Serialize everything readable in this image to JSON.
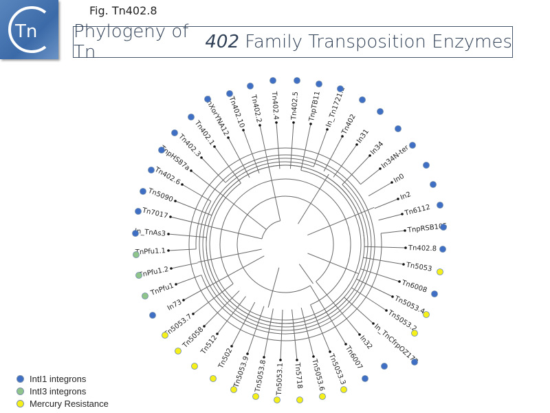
{
  "figure_label": "Fig. Tn402.8",
  "title": {
    "prefix": "Phylogeny of Tn",
    "italic": "402",
    "suffix": " Family Transposition Enzymes"
  },
  "logo_text": "Tn",
  "colors": {
    "intI1": "#3f6fc4",
    "intI3": "#8fc48a",
    "mercury": "#f5ef1a",
    "branch": "#666666"
  },
  "legend": [
    {
      "label": "IntI1 integrons",
      "category": "intI1"
    },
    {
      "label": "IntI3 integrons",
      "category": "intI3"
    },
    {
      "label": "Mercury Resistance",
      "category": "mercury"
    }
  ],
  "leaves": [
    {
      "name": "Tn5090",
      "category": "intI1"
    },
    {
      "name": "Tn7017",
      "category": "intI1"
    },
    {
      "name": "In_TnAs3",
      "category": "intI1"
    },
    {
      "name": "TnPfu1.1",
      "category": "intI3"
    },
    {
      "name": "TnPfu1.2",
      "category": "intI3"
    },
    {
      "name": "TnPfu1",
      "category": "intI3"
    },
    {
      "name": "In73",
      "category": "intI1"
    },
    {
      "name": "Tn5053.7",
      "category": "mercury"
    },
    {
      "name": "Tn5058",
      "category": "mercury"
    },
    {
      "name": "Tn512",
      "category": "mercury"
    },
    {
      "name": "Tn502",
      "category": "mercury"
    },
    {
      "name": "Tn5053.9",
      "category": "mercury"
    },
    {
      "name": "Tn5053.8",
      "category": "mercury"
    },
    {
      "name": "Tn5053.1",
      "category": "mercury"
    },
    {
      "name": "Tn5718",
      "category": "mercury"
    },
    {
      "name": "Tn5053.6",
      "category": "mercury"
    },
    {
      "name": "Tn5053.3",
      "category": "mercury"
    },
    {
      "name": "Tn6007",
      "category": "intI1"
    },
    {
      "name": "In32",
      "category": "intI1"
    },
    {
      "name": "In_TnCfrpOZ172",
      "category": "intI1"
    },
    {
      "name": "Tn5053.2",
      "category": "mercury"
    },
    {
      "name": "Tn5053.4",
      "category": "mercury"
    },
    {
      "name": "Tn6008",
      "category": "intI1"
    },
    {
      "name": "Tn5053",
      "category": "mercury"
    },
    {
      "name": "Tn402.8",
      "category": "intI1"
    },
    {
      "name": "TnpRSB105",
      "category": "intI1"
    },
    {
      "name": "Tn6112",
      "category": "intI1"
    },
    {
      "name": "In2",
      "category": "intI1"
    },
    {
      "name": "In0",
      "category": "intI1"
    },
    {
      "name": "In34N-ter",
      "category": "intI1"
    },
    {
      "name": "In34",
      "category": "intI1"
    },
    {
      "name": "In31",
      "category": "intI1"
    },
    {
      "name": "Tn402",
      "category": "intI1"
    },
    {
      "name": "In_Tn1721.1",
      "category": "intI1"
    },
    {
      "name": "TnpTB11",
      "category": "intI1"
    },
    {
      "name": "Tn402.5",
      "category": "intI1"
    },
    {
      "name": "Tn402.4",
      "category": "intI1"
    },
    {
      "name": "Tn402.2",
      "category": "intI1"
    },
    {
      "name": "Tn402.10",
      "category": "intI1"
    },
    {
      "name": "TnXorYNA12",
      "category": "intI1"
    },
    {
      "name": "Tn402.1",
      "category": "intI1"
    },
    {
      "name": "Tn402.3",
      "category": "intI1"
    },
    {
      "name": "TnpHS87a",
      "category": "intI1"
    },
    {
      "name": "Tn402.6",
      "category": "intI1"
    }
  ]
}
